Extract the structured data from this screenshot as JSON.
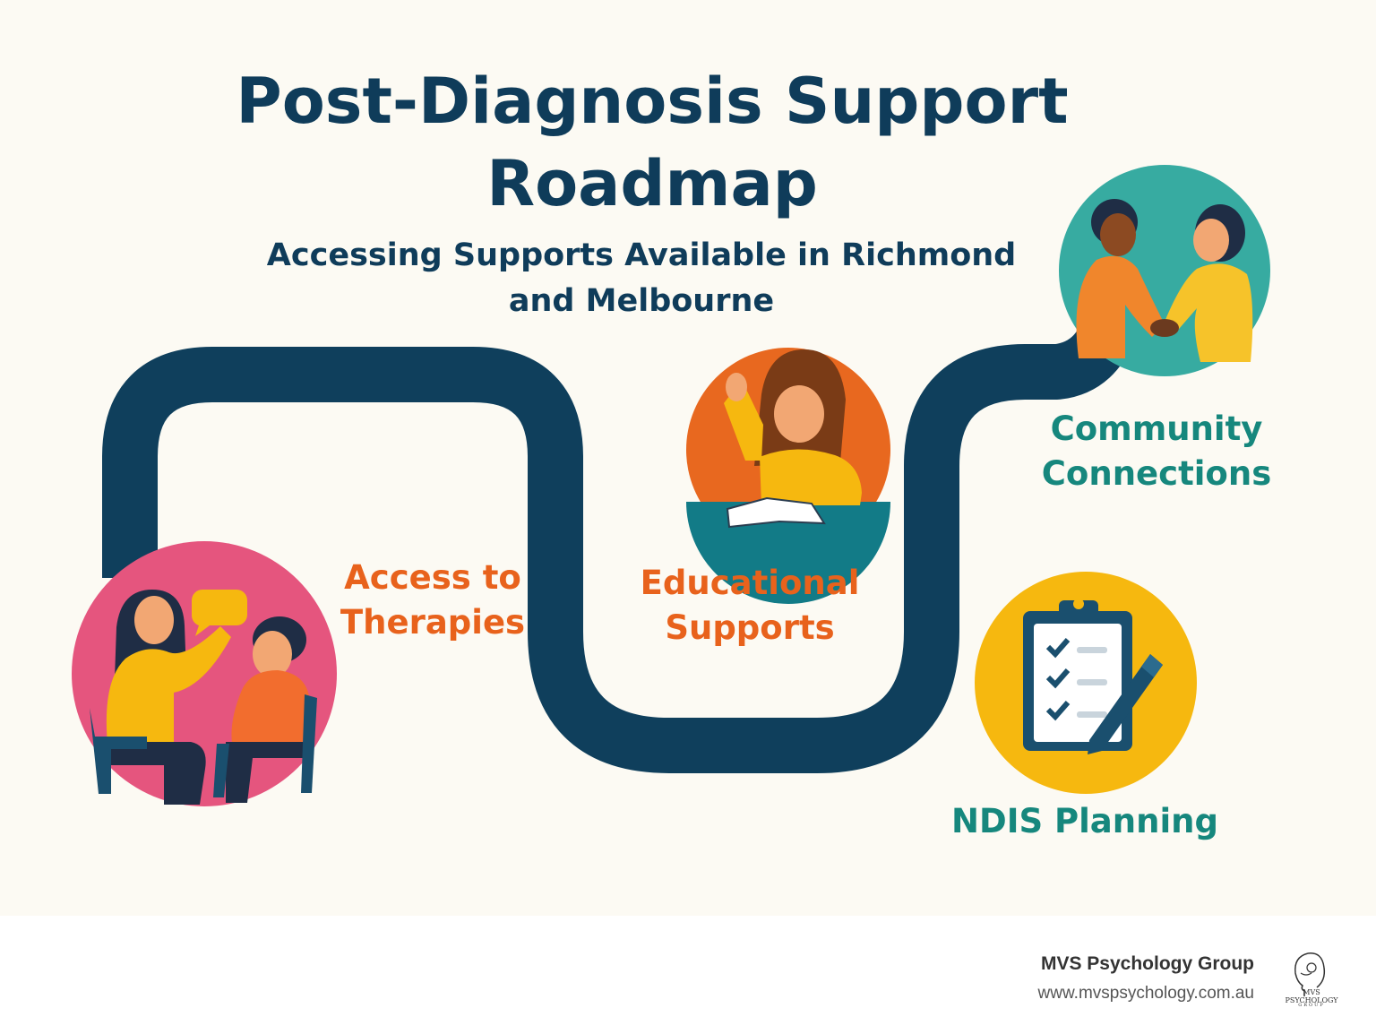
{
  "title_line1": "Post-Diagnosis Support",
  "title_line2": "Roadmap",
  "subtitle_line1": "Accessing Supports Available in Richmond",
  "subtitle_line2": "and Melbourne",
  "steps": [
    {
      "line1": "Access to",
      "line2": "Therapies",
      "icon": "therapy-session-icon"
    },
    {
      "line1": "Educational",
      "line2": "Supports",
      "icon": "student-reading-icon"
    },
    {
      "line1": "Community",
      "line2": "Connections",
      "icon": "handshake-icon"
    },
    {
      "line1": "NDIS Planning",
      "icon": "clipboard-checklist-icon"
    }
  ],
  "footer": {
    "org_name": "MVS Psychology Group",
    "website": "www.mvspsychology.com.au",
    "logo_text_line1": "MVS",
    "logo_text_line2": "PSYCHOLOGY",
    "logo_text_line3": "GROUP"
  },
  "colors": {
    "road": "#0f3f5c",
    "title": "#0f3c5a",
    "orange_label": "#e8621c",
    "teal_label": "#16877d",
    "pink_circle": "#e5557e",
    "orange_circle": "#e8681f",
    "teal_circle": "#37aba1",
    "yellow_circle": "#f6b80f",
    "background": "#fcfaf3"
  }
}
